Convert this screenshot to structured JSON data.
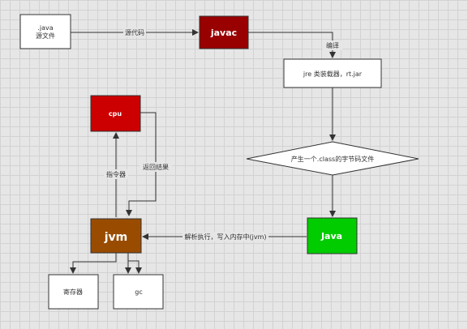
{
  "nodes": {
    "java_source": {
      "line1": ".java",
      "line2": "源文件"
    },
    "javac": {
      "label": "javac"
    },
    "jre_loader": {
      "label": "jre 类装载器，rt.jar"
    },
    "bytecode": {
      "label": "产生一个.class的字节码文件"
    },
    "java_run": {
      "label": "Java"
    },
    "jvm": {
      "label": "jvm"
    },
    "cpu": {
      "label": "cpu"
    },
    "register": {
      "label": "寄存器"
    },
    "gc": {
      "label": "gc"
    }
  },
  "edges": {
    "source_to_javac": "源代码",
    "javac_to_jre": "编译",
    "java_to_jvm": "解析执行，写入内存中(jvm)",
    "jvm_to_cpu": "指令器",
    "cpu_to_jvm": "返回结果"
  },
  "colors": {
    "javac_fill": "#990000",
    "cpu_fill": "#cc0000",
    "java_fill": "#00cc00",
    "jvm_fill": "#994c00",
    "white_fill": "#ffffff",
    "stroke": "#333333"
  }
}
